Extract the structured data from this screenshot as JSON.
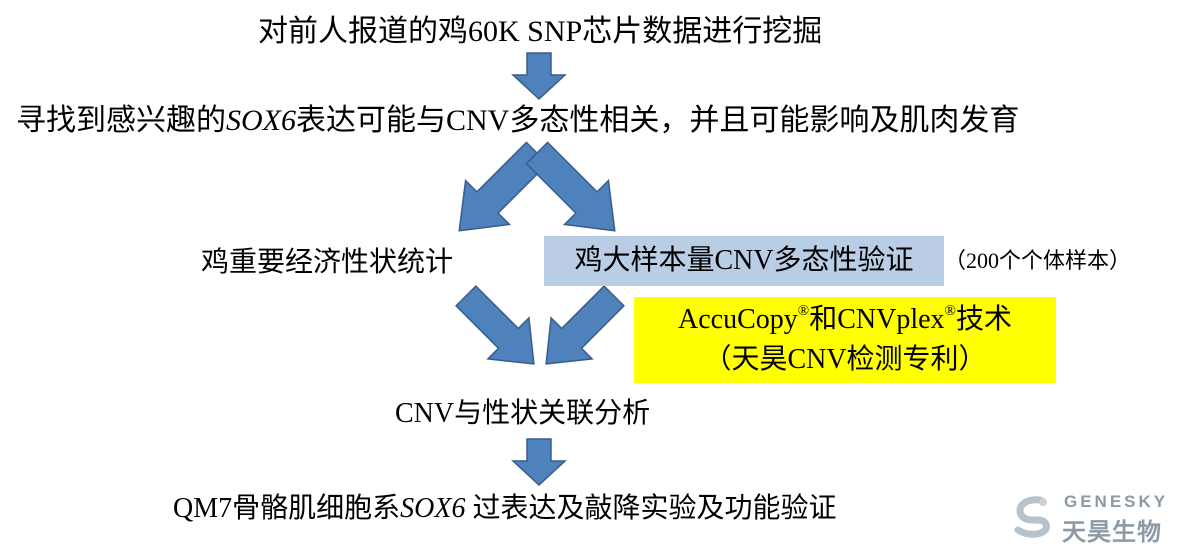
{
  "steps": {
    "step1": "对前人报道的鸡60K SNP芯片数据进行挖掘",
    "step2": {
      "prefix": "寻找到感兴趣的",
      "gene": "SOX6",
      "suffix": "表达可能与CNV多态性相关，并且可能影响及肌肉发育"
    },
    "left_branch": "鸡重要经济性状统计",
    "right_branch": "鸡大样本量CNV多态性验证",
    "sample_note": "（200个个体样本）",
    "tech_box": {
      "line1_a": "AccuCopy",
      "line1_b": "和CNVplex",
      "line1_c": "技术",
      "reg_mark": "®",
      "line2": "（天昊CNV检测专利）"
    },
    "step4": "CNV与性状关联分析",
    "step5": {
      "prefix": "QM7骨骼肌细胞系",
      "gene": "SOX6",
      "suffix": " 过表达及敲降实验及功能验证"
    }
  },
  "logo": {
    "en": "GENESKY",
    "cn": "天昊生物"
  },
  "colors": {
    "arrow_fill": "#4f81bd",
    "arrow_stroke": "#385d8a",
    "highlight_blue": "#b9cde5",
    "highlight_yellow": "#ffff00"
  }
}
